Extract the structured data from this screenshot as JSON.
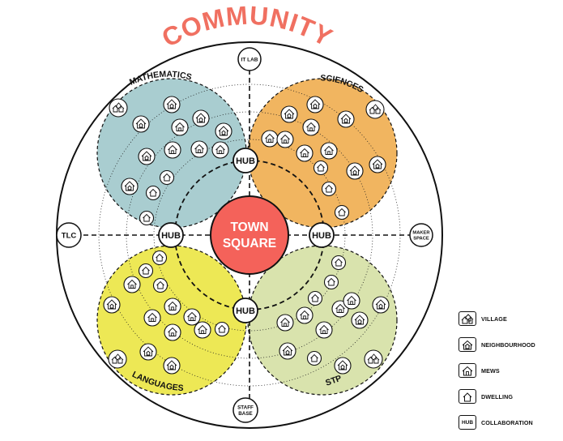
{
  "title": "COMMUNITY",
  "center": {
    "line1": "TOWN",
    "line2": "SQUARE"
  },
  "quadrants": [
    {
      "key": "mathematics",
      "label": "MATHEMATICS",
      "color": "#a9cdd0"
    },
    {
      "key": "sciences",
      "label": "SCIENCES",
      "color": "#f1b560"
    },
    {
      "key": "languages",
      "label": "LANGUAGES",
      "color": "#ede855"
    },
    {
      "key": "stp",
      "label": "STP",
      "color": "#d9e3ad"
    }
  ],
  "hub_label": "HUB",
  "outer_nodes": {
    "top": "IT LAB",
    "left": "TLC",
    "right": {
      "line1": "MAKER",
      "line2": "SPACE"
    },
    "bottom": {
      "line1": "STAFF",
      "line2": "BASE"
    }
  },
  "legend": [
    {
      "key": "village",
      "label": "VILLAGE",
      "icon": "village-icon"
    },
    {
      "key": "neighbourhood",
      "label": "NEIGHBOURHOOD",
      "icon": "neighbourhood-icon"
    },
    {
      "key": "mews",
      "label": "MEWS",
      "icon": "mews-icon"
    },
    {
      "key": "dwelling",
      "label": "DWELLING",
      "icon": "dwelling-icon"
    },
    {
      "key": "collaboration",
      "label": "COLLABORATION",
      "icon": "hub-box-icon",
      "box_text": "HUB"
    }
  ],
  "colors": {
    "title": "#f07061",
    "town_square": "#f4625a",
    "outline": "#111111"
  }
}
